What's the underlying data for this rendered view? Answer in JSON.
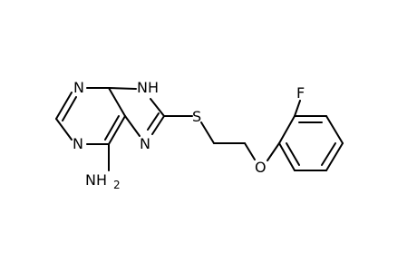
{
  "molecule": {
    "atoms": {
      "n1": "N",
      "n3": "N",
      "n7": "N",
      "n9h": "NH",
      "nh2": "NH",
      "nh2_sub": "2",
      "s": "S",
      "o": "O",
      "f": "F"
    }
  }
}
